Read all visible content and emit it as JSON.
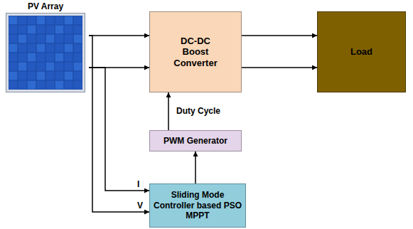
{
  "diagram": {
    "nodes": [
      {
        "text": [
          "PV Array"
        ]
      },
      {
        "text": [
          "DC-DC Boost Converter"
        ]
      },
      {
        "text": [
          "Load"
        ]
      },
      {
        "text": [
          "PWM Generator"
        ]
      },
      {
        "text": [
          "Sliding Mode Controller based PSO MPPT"
        ]
      }
    ],
    "edges": [
      {
        "from": 0,
        "to": 1,
        "arrow": "to"
      },
      {
        "from": 0,
        "to": 1,
        "arrow": "to"
      },
      {
        "from": 1,
        "to": 2,
        "arrow": "to"
      },
      {
        "from": 1,
        "to": 2,
        "arrow": "to"
      },
      {
        "from": 3,
        "to": 1,
        "label": "Duty Cycle",
        "arrow": "to"
      },
      {
        "from": 4,
        "to": 3,
        "arrow": "to"
      },
      {
        "from": 0,
        "to": 4,
        "label": "I",
        "arrow": "to"
      },
      {
        "from": 0,
        "to": 4,
        "label": "V",
        "arrow": "to"
      }
    ]
  }
}
